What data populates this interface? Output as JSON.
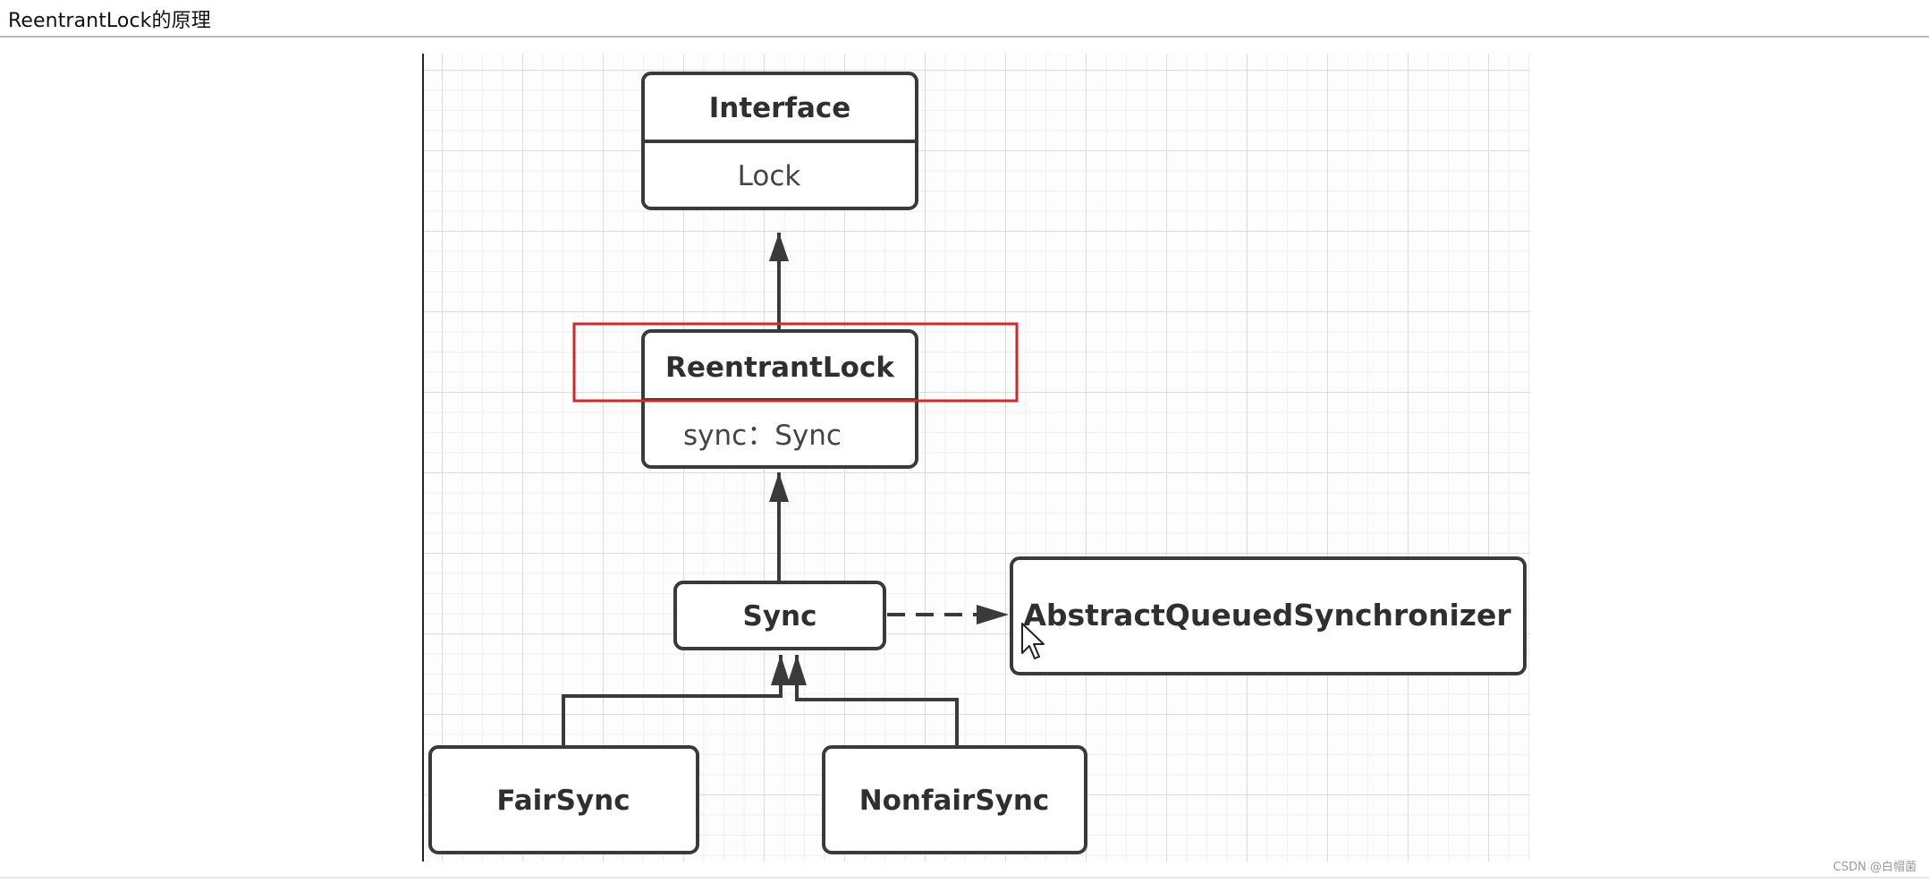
{
  "page": {
    "title": "ReentrantLock的原理",
    "watermark": "CSDN @白帽菌"
  },
  "diagram": {
    "nodes": {
      "interface": {
        "title": "Interface",
        "member": "Lock"
      },
      "reentrant_lock": {
        "title": "ReentrantLock",
        "member": "sync：Sync"
      },
      "sync": {
        "title": "Sync"
      },
      "aqs": {
        "title": "AbstractQueuedSynchronizer"
      },
      "fair_sync": {
        "title": "FairSync"
      },
      "nonfair_sync": {
        "title": "NonfairSync"
      }
    },
    "relations": [
      {
        "from": "reentrant_lock",
        "to": "interface",
        "style": "solid"
      },
      {
        "from": "sync",
        "to": "reentrant_lock",
        "style": "solid"
      },
      {
        "from": "sync",
        "to": "aqs",
        "style": "dashed"
      },
      {
        "from": "fair_sync",
        "to": "sync",
        "style": "solid"
      },
      {
        "from": "nonfair_sync",
        "to": "sync",
        "style": "solid"
      }
    ],
    "highlight": {
      "target": "reentrant_lock",
      "color": "#d9242b"
    },
    "colors": {
      "stroke": "#3a3a3a",
      "node_fill": "#ffffff",
      "text": "#2f2f2f"
    }
  }
}
